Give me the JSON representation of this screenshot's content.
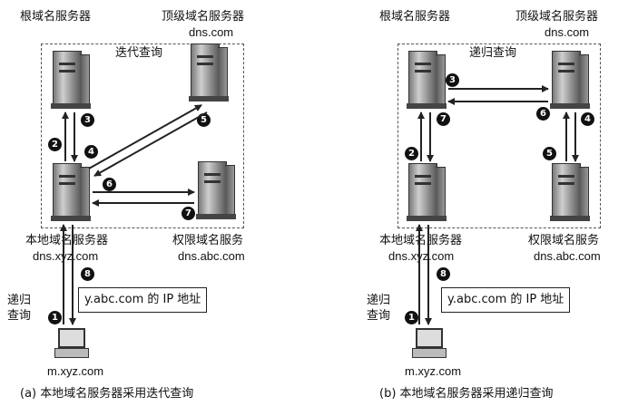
{
  "diagrams": [
    {
      "root_label": "根域名服务器",
      "tld_label": "顶级域名服务器",
      "tld_domain": "dns.com",
      "mode_label": "迭代查询",
      "local_label": "本地域名服务器",
      "local_domain": "dns.xyz.com",
      "auth_label": "权限域名服务",
      "auth_domain": "dns.abc.com",
      "client_query_label": "递归\n查询",
      "answer": "y.abc.com 的 IP 地址",
      "host": "m.xyz.com",
      "caption": "(a) 本地域名服务器采用迭代查询",
      "steps": [
        "1",
        "2",
        "3",
        "4",
        "5",
        "6",
        "7",
        "8"
      ]
    },
    {
      "root_label": "根域名服务器",
      "tld_label": "顶级域名服务器",
      "tld_domain": "dns.com",
      "mode_label": "递归查询",
      "local_label": "本地域名服务器",
      "local_domain": "dns.xyz.com",
      "auth_label": "权限域名服务",
      "auth_domain": "dns.abc.com",
      "client_query_label": "递归\n查询",
      "answer": "y.abc.com 的 IP 地址",
      "host": "m.xyz.com",
      "caption": "(b) 本地域名服务器采用递归查询",
      "steps": [
        "1",
        "2",
        "3",
        "4",
        "5",
        "6",
        "7",
        "8"
      ]
    }
  ]
}
